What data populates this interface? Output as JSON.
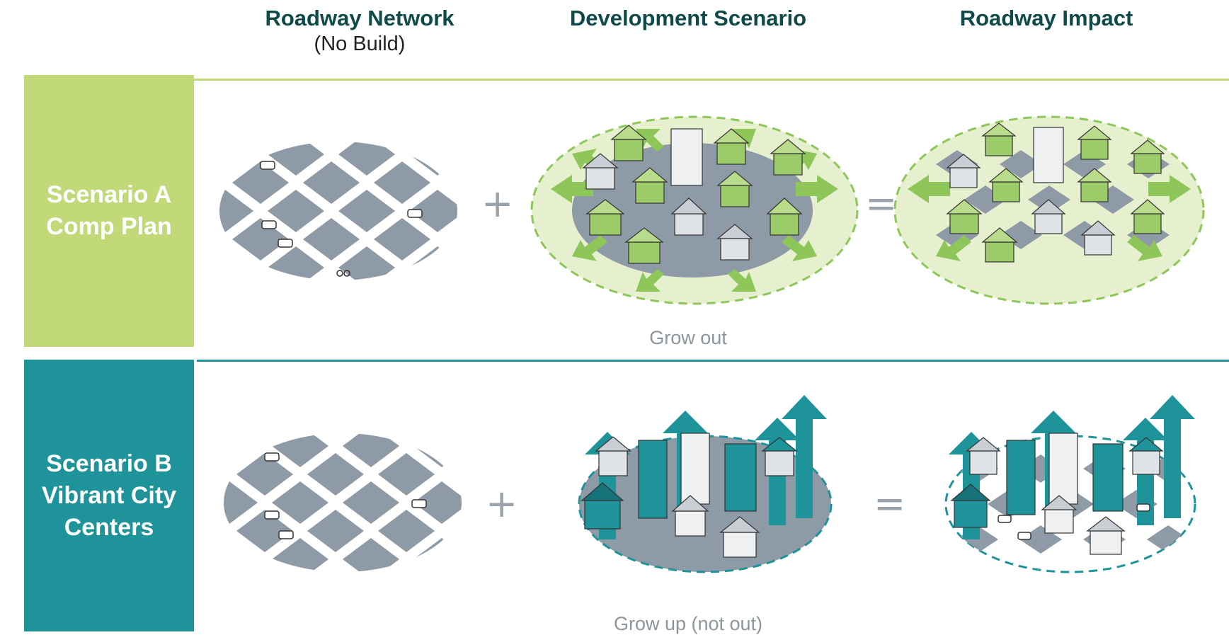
{
  "columns": [
    {
      "title": "Roadway Network",
      "subtitle": "(No Build)"
    },
    {
      "title": "Development Scenario",
      "subtitle": ""
    },
    {
      "title": "Roadway Impact",
      "subtitle": ""
    }
  ],
  "rows": [
    {
      "label_line1": "Scenario A",
      "label_line2": "Comp Plan",
      "label_line3": "",
      "caption": "Grow out",
      "plus": "+",
      "equals": "=",
      "color": "#c2d97a"
    },
    {
      "label_line1": "Scenario B",
      "label_line2": "Vibrant City",
      "label_line3": "Centers",
      "caption": "Grow up (not out)",
      "plus": "+",
      "equals": "=",
      "color": "#1e9399"
    }
  ],
  "colors": {
    "heading": "#0f4a4a",
    "road_block": "#8e9aa6",
    "green_accent": "#8fc65a",
    "teal_accent": "#1e9399"
  }
}
